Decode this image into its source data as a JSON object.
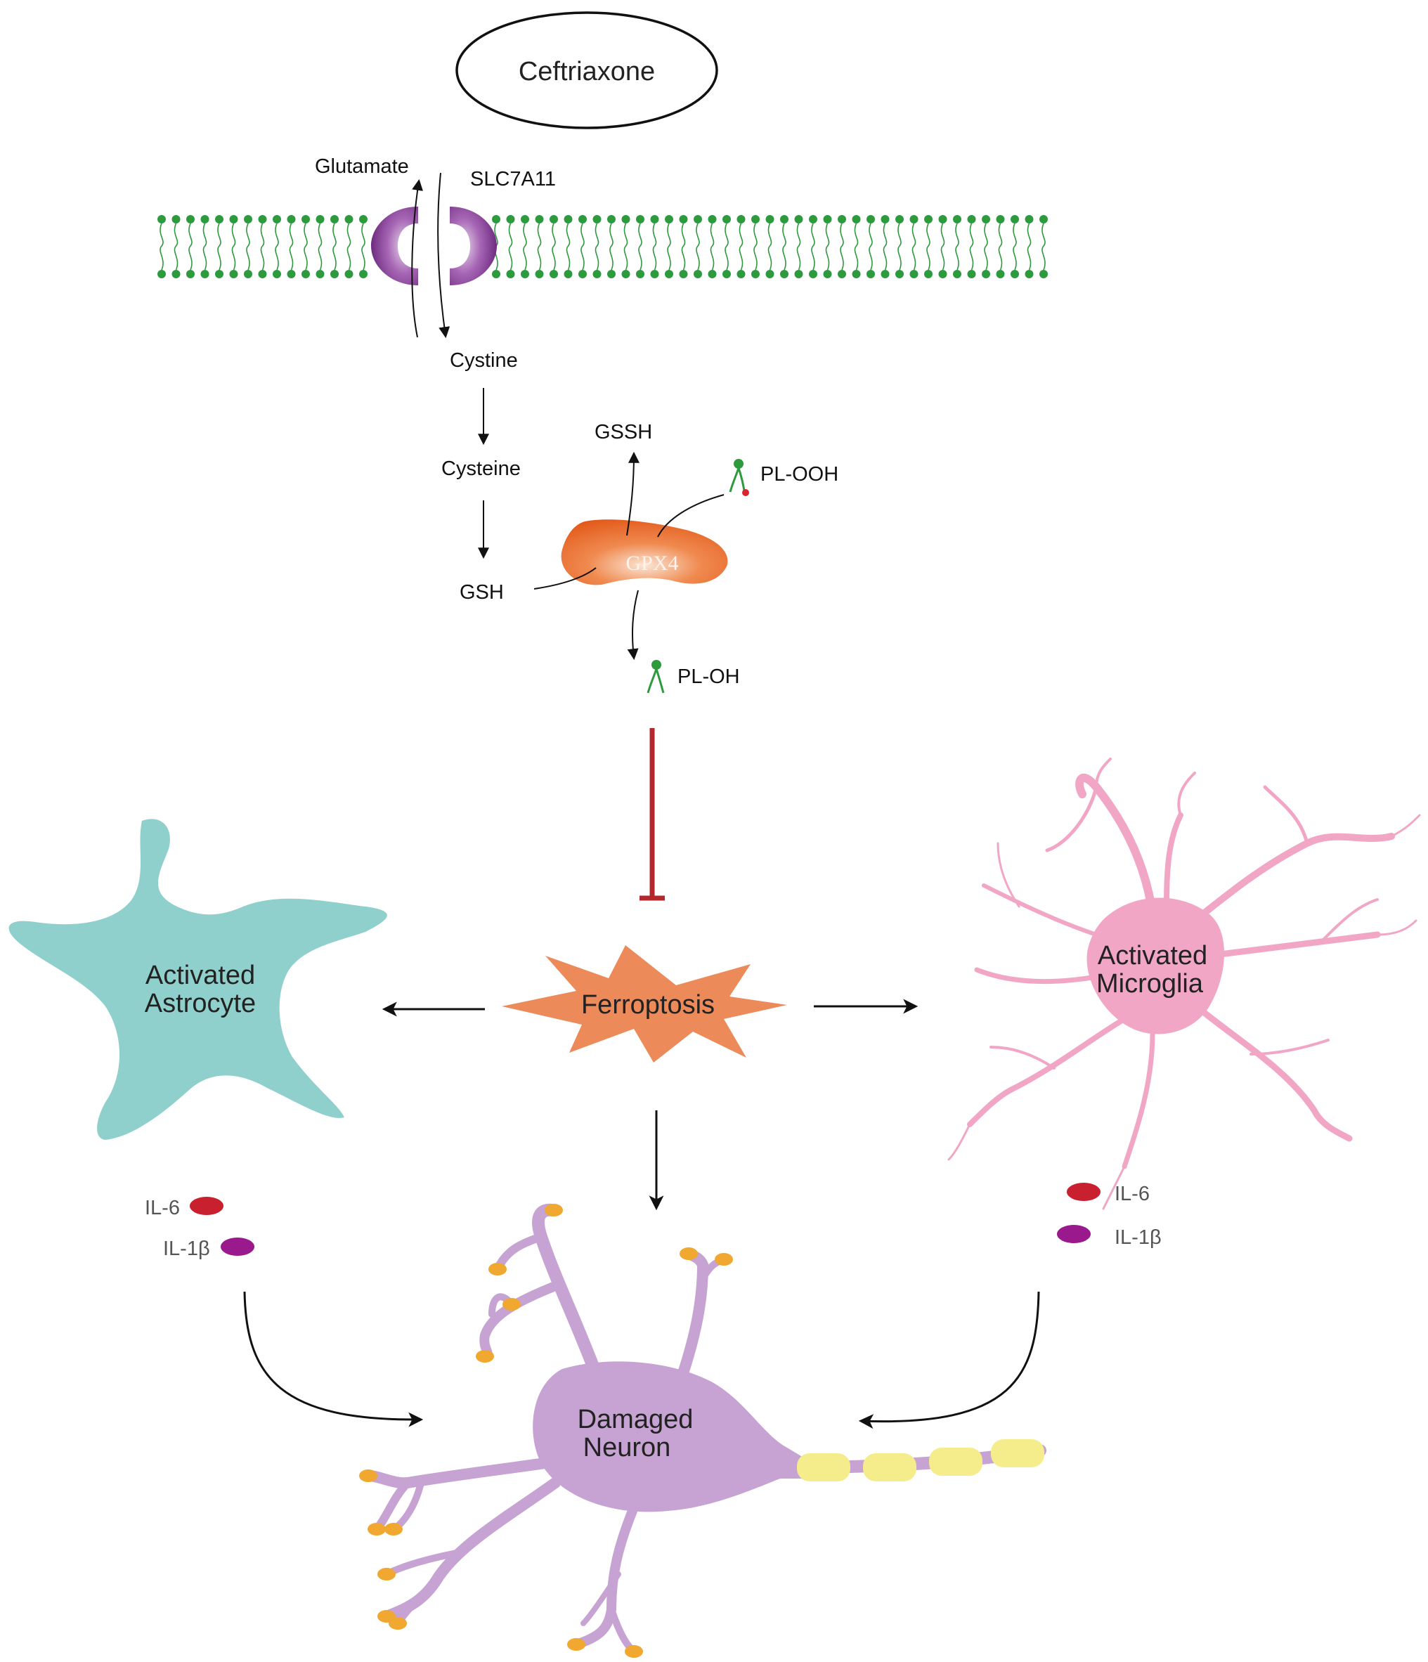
{
  "labels": {
    "ceftriaxone": "Ceftriaxone",
    "glutamate": "Glutamate",
    "slc7a11": "SLC7A11",
    "cystine": "Cystine",
    "cysteine": "Cysteine",
    "gsh": "GSH",
    "gssh": "GSSH",
    "gpx4": "GPX4",
    "pl_ooh": "PL-OOH",
    "pl_oh": "PL-OH",
    "ferroptosis": "Ferroptosis",
    "astro_line1": "Activated",
    "astro_line2": "Astrocyte",
    "micro_line1": "Activated",
    "micro_line2": "Microglia",
    "neuron_line1": "Damaged",
    "neuron_line2": "Neuron",
    "il6_left": "IL-6",
    "il1b_left": "IL-1β",
    "il6_right": "IL-6",
    "il1b_right": "IL-1β"
  },
  "colors": {
    "membrane": "#2e9a3e",
    "transporter": "#8a3f9c",
    "gpx4": "#ea6a2a",
    "inhibition": "#b3272d",
    "ferroptosis": "#ec8a5a",
    "astrocyte": "#8fd0cc",
    "microglia": "#f2a6c6",
    "neuron": "#c6a3d2",
    "myelin": "#f5ec8c",
    "synapse": "#f0a830",
    "il6": "#c8202e",
    "il1b": "#9a1a8e"
  }
}
